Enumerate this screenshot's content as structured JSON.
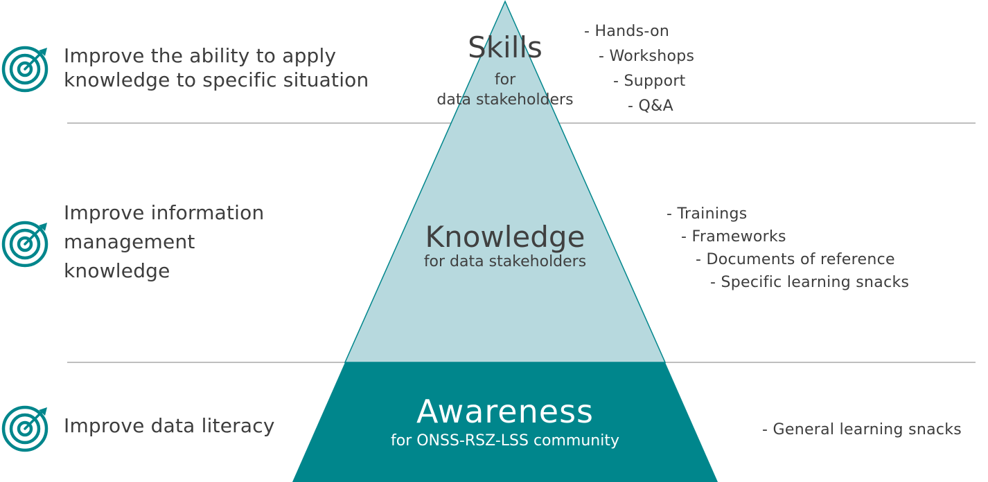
{
  "colors": {
    "accent": "#00868c",
    "pyramid_light": "#b7d9de",
    "divider": "#a8a8a8",
    "text": "#404040"
  },
  "levels": {
    "skills": {
      "title": "Skills",
      "subtitle_line1": "for",
      "subtitle_line2": "data stakeholders",
      "goal_line1": "Improve the ability to apply",
      "goal_line2": "knowledge to specific situation",
      "icon": "target-icon",
      "items": [
        "- Hands-on",
        "- Workshops",
        "- Support",
        "- Q&A"
      ]
    },
    "knowledge": {
      "title": "Knowledge",
      "subtitle": "for data stakeholders",
      "goal_line1": "Improve information",
      "goal_line2": "management",
      "goal_line3": "knowledge",
      "icon": "target-icon",
      "items": [
        "- Trainings",
        "- Frameworks",
        "- Documents of reference",
        "- Specific learning snacks"
      ]
    },
    "awareness": {
      "title": "Awareness",
      "subtitle": "for ONSS-RSZ-LSS community",
      "goal_line1": "Improve data literacy",
      "icon": "target-icon",
      "items": [
        "- General learning snacks"
      ]
    }
  }
}
